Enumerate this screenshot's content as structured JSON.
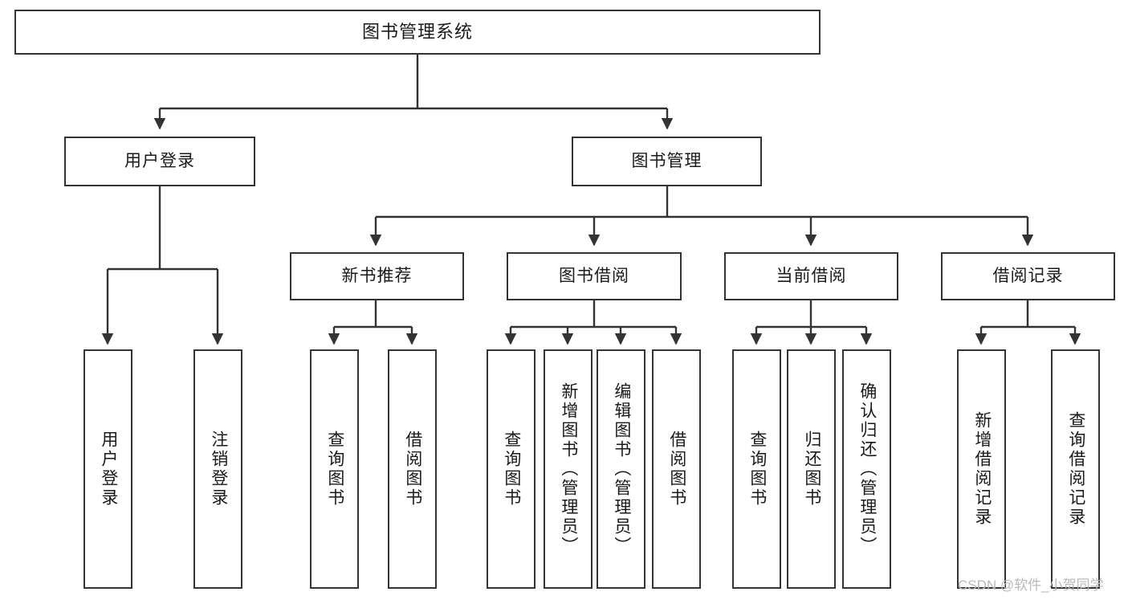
{
  "diagram": {
    "title": "图书管理系统",
    "type": "tree-hierarchy-diagram",
    "root": {
      "label": "图书管理系统"
    },
    "level2": [
      {
        "label": "用户登录"
      },
      {
        "label": "图书管理"
      }
    ],
    "level3": [
      {
        "label": "新书推荐"
      },
      {
        "label": "图书借阅"
      },
      {
        "label": "当前借阅"
      },
      {
        "label": "借阅记录"
      }
    ],
    "leaves": {
      "user_login": [
        {
          "label": "用户登录"
        },
        {
          "label": "注销登录"
        }
      ],
      "new_book_recommend": [
        {
          "label": "查询图书"
        },
        {
          "label": "借阅图书"
        }
      ],
      "book_borrow": [
        {
          "label": "查询图书"
        },
        {
          "label": "新增图书（管理员）"
        },
        {
          "label": "编辑图书（管理员）"
        },
        {
          "label": "借阅图书"
        }
      ],
      "current_borrow": [
        {
          "label": "查询图书"
        },
        {
          "label": "归还图书"
        },
        {
          "label": "确认归还（管理员）"
        }
      ],
      "borrow_record": [
        {
          "label": "新增借阅记录"
        },
        {
          "label": "查询借阅记录"
        }
      ]
    }
  },
  "watermark": {
    "text": "CSDN @软件_小贺同学"
  },
  "colors": {
    "stroke": "#333333",
    "background": "#ffffff",
    "text": "#1a1a1a",
    "watermark": "#b9b9b9"
  }
}
